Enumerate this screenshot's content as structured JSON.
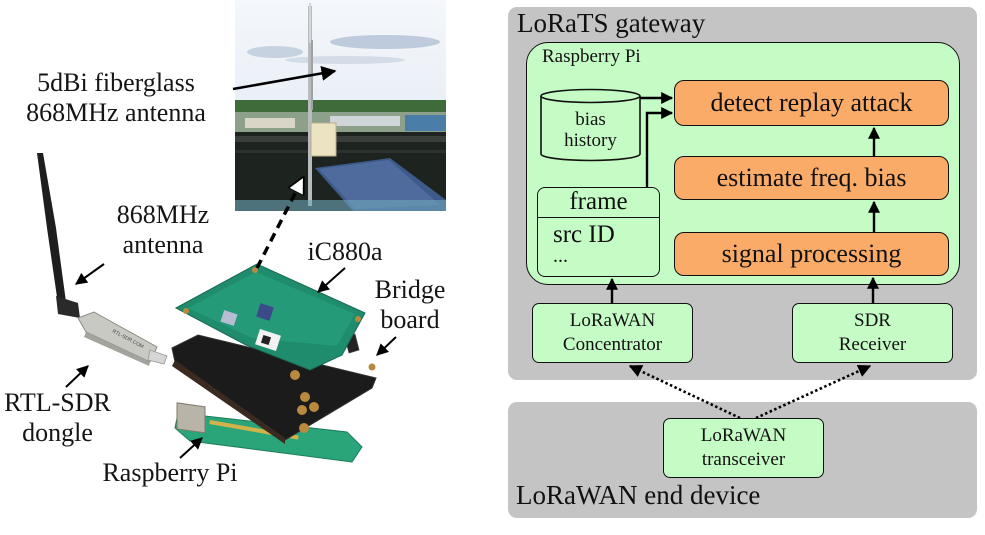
{
  "left_photo": {
    "labels": {
      "fiberglass_antenna": [
        "5dBi fiberglass",
        "868MHz antenna"
      ],
      "antenna": [
        "868MHz",
        "antenna"
      ],
      "ic880a": "iC880a",
      "bridge_board": [
        "Bridge",
        "board"
      ],
      "rtl_sdr": [
        "RTL-SDR",
        "dongle"
      ],
      "raspberry_pi": "Raspberry Pi"
    },
    "dongle_text": "RTL-SDR.COM"
  },
  "diagram": {
    "gateway": {
      "title": "LoRaTS gateway",
      "raspberry_pi": {
        "title": "Raspberry Pi",
        "bias_history": [
          "bias",
          "history"
        ],
        "frame": {
          "header": "frame",
          "fields": [
            "src ID",
            "..."
          ]
        },
        "steps": [
          "detect replay attack",
          "estimate freq. bias",
          "signal processing"
        ]
      },
      "concentrator": [
        "LoRaWAN",
        "Concentrator"
      ],
      "sdr_receiver": [
        "SDR",
        "Receiver"
      ]
    },
    "end_device": {
      "title": "LoRaWAN end device",
      "transceiver": [
        "LoRaWAN",
        "transceiver"
      ]
    },
    "colors": {
      "panel": "#c4c4c4",
      "green_box": "#c5fbc5",
      "orange_box": "#fbab68"
    }
  }
}
